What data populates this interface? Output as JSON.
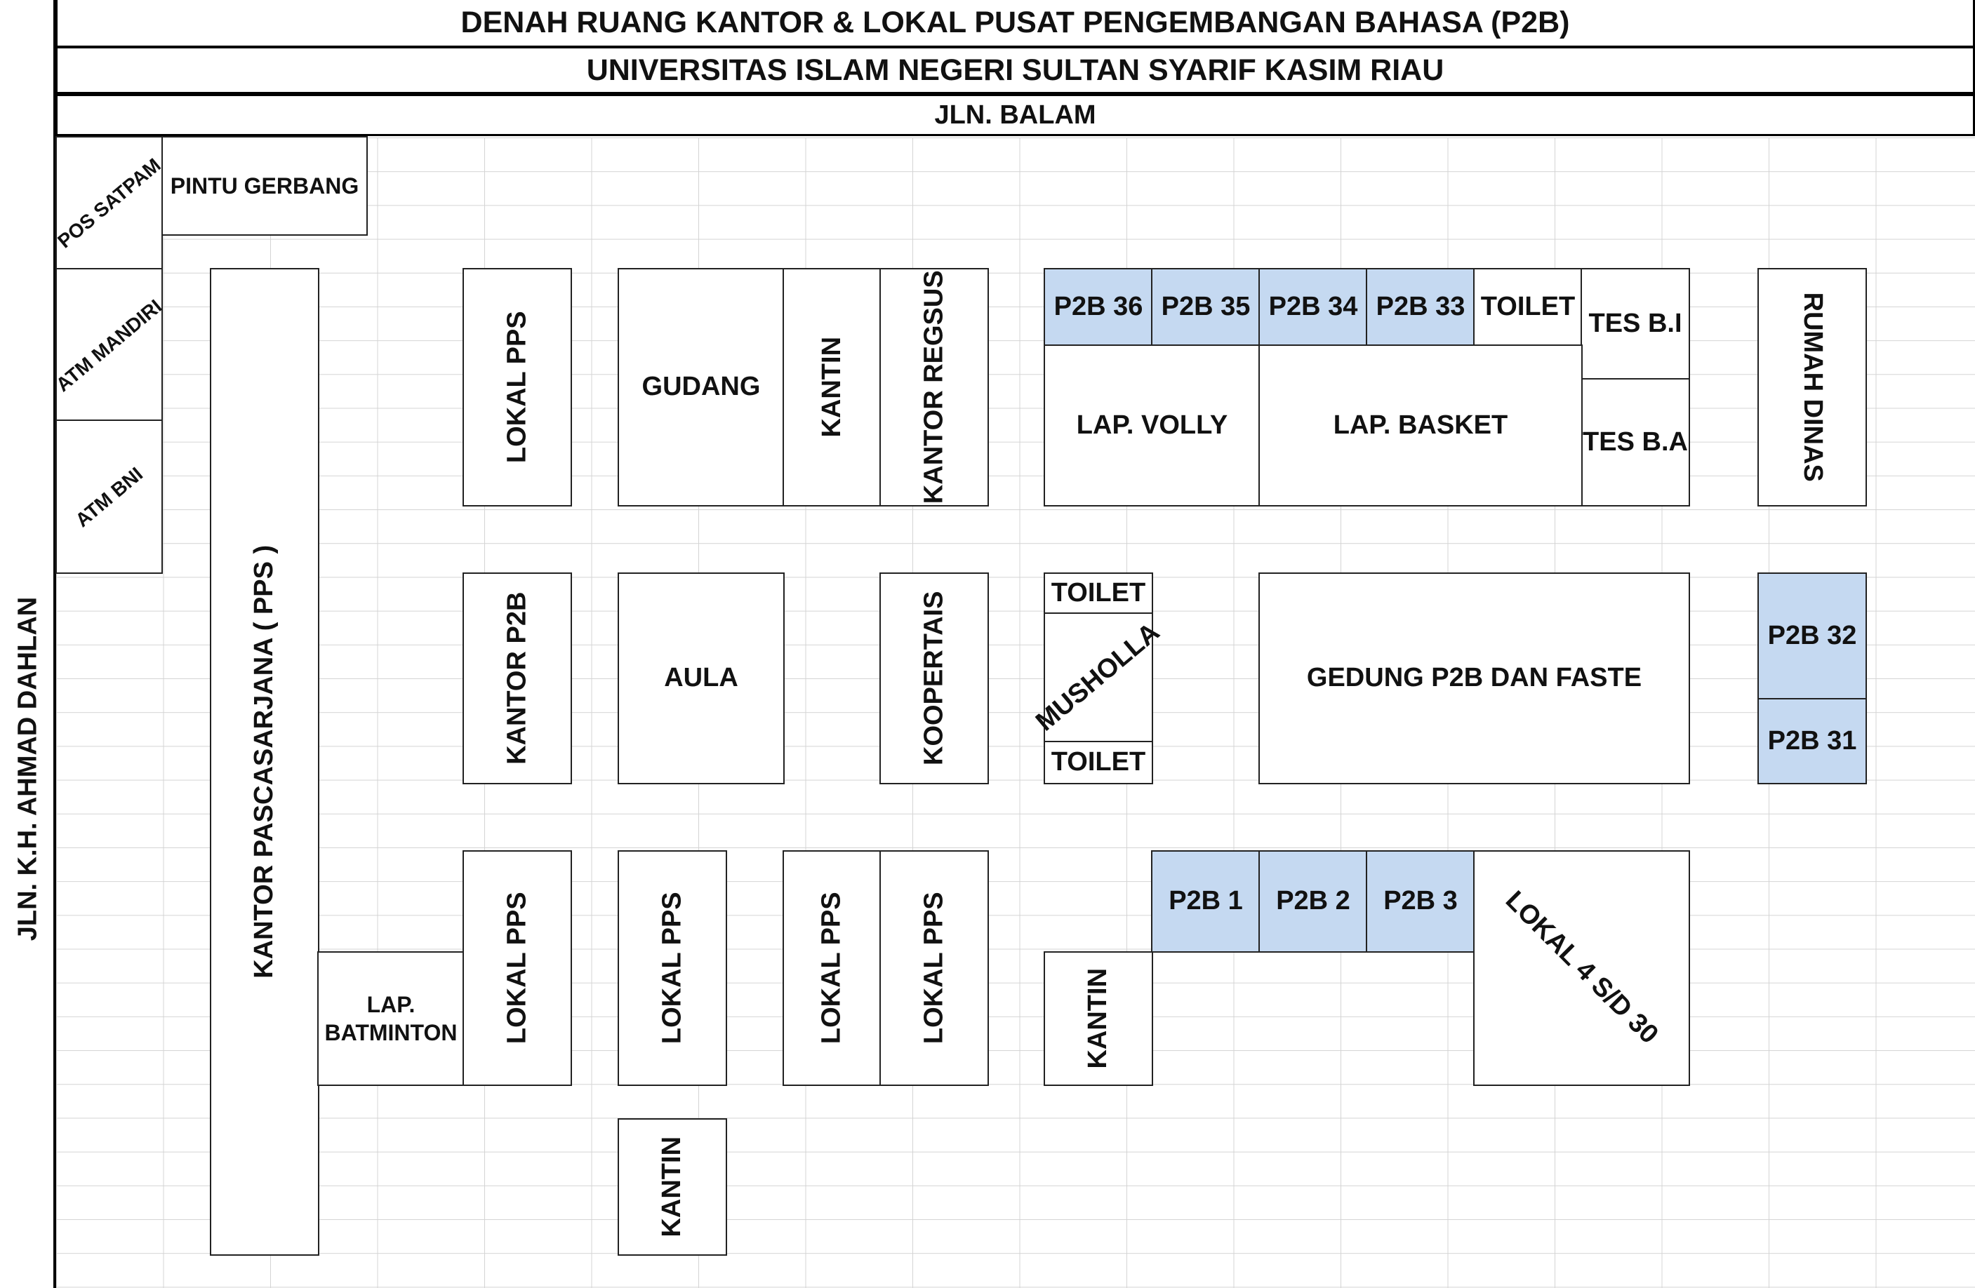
{
  "header": {
    "title": "DENAH RUANG KANTOR & LOKAL PUSAT PENGEMBANGAN BAHASA (P2B)",
    "subtitle": "UNIVERSITAS ISLAM NEGERI SULTAN SYARIF KASIM RIAU",
    "top_street": "JLN. BALAM"
  },
  "left_street": "JLN. K.H. AHMAD DAHLAN",
  "colors": {
    "highlight": "#c5d9f1",
    "border": "#222222",
    "gridline": "#d4d4d4"
  },
  "rooms": {
    "pos_satpam": "POS SATPAM",
    "pintu_gerbang": "PINTU GERBANG",
    "atm_mandiri": "ATM MANDIRI",
    "atm_bni": "ATM BNI",
    "kantor_pps": "KANTOR PASCASARJANA ( PPS )",
    "lap_batminton": "LAP. BATMINTON",
    "lokal_pps_top": "LOKAL PPS",
    "kantor_p2b": "KANTOR P2B",
    "lokal_pps_bottom1": "LOKAL PPS",
    "gudang": "GUDANG",
    "kantin_top": "KANTIN",
    "kantor_regsus": "KANTOR REGSUS",
    "aula": "AULA",
    "koopertais": "KOOPERTAIS",
    "lokal_pps_bottom2": "LOKAL PPS",
    "kantin_bottom_left": "KANTIN",
    "lokal_pps_bottom3": "LOKAL PPS",
    "lokal_pps_bottom4": "LOKAL PPS",
    "p2b36": "P2B 36",
    "p2b35": "P2B 35",
    "p2b34": "P2B 34",
    "p2b33": "P2B 33",
    "toilet_top": "TOILET",
    "tes_bi": "TES B.I",
    "tes_ba": "TES B.A",
    "lap_volly": "LAP. VOLLY",
    "lap_basket": "LAP. BASKET",
    "rumah_dinas": "RUMAH DINAS",
    "toilet_mid1": "TOILET",
    "musholla": "MUSHOLLA",
    "toilet_mid2": "TOILET",
    "gedung_p2b": "GEDUNG P2B DAN FASTE",
    "p2b32": "P2B 32",
    "p2b31": "P2B 31",
    "p2b1": "P2B 1",
    "p2b2": "P2B 2",
    "p2b3": "P2B 3",
    "lokal_4_30": "LOKAL 4 S/D 30",
    "kantin_bottom_mid": "KANTIN"
  }
}
